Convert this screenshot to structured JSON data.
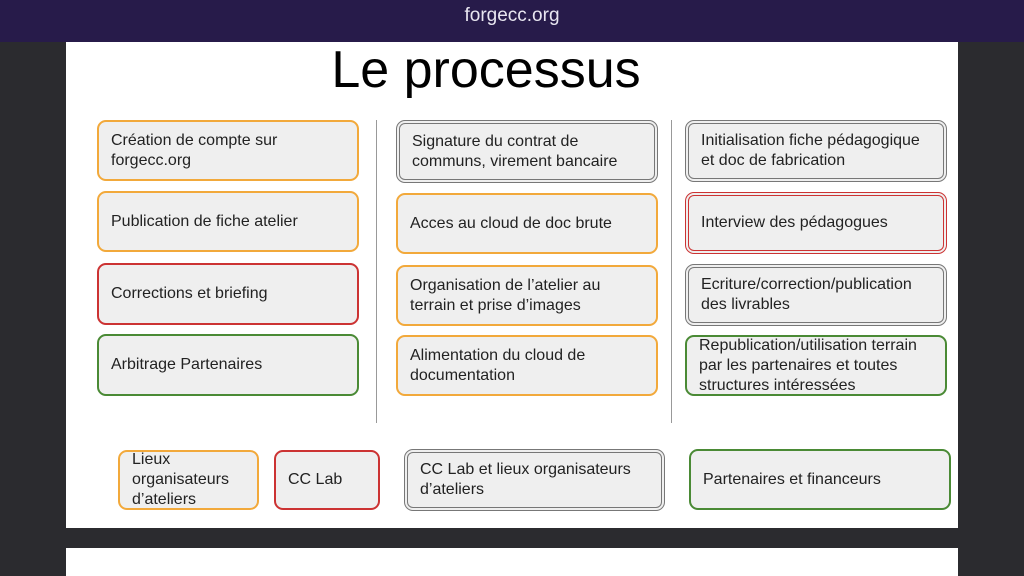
{
  "topbar": {
    "domain": "forgecc.org"
  },
  "slide": {
    "title": "Le processus",
    "col1": [
      "Création de compte sur forgecc.org",
      "Publication de fiche atelier",
      "Corrections et briefing",
      "Arbitrage Partenaires"
    ],
    "col2": [
      "Signature du contrat de communs, virement bancaire",
      "Acces au cloud de doc brute",
      "Organisation de l’atelier au terrain et prise d’images",
      "Alimentation du cloud de documentation"
    ],
    "col3": [
      "Initialisation fiche pédagogique et doc de fabrication",
      "Interview des pédagogues",
      "Ecriture/correction/publication des livrables",
      "Republication/utilisation terrain par les partenaires et toutes structures intéressées"
    ],
    "legend": [
      "Lieux organisateurs d’ateliers",
      "CC Lab",
      "CC Lab et lieux organisateurs d’ateliers",
      "Partenaires et financeurs"
    ]
  },
  "colors": {
    "orange": "#f2a93b",
    "red": "#cc3333",
    "green": "#4a8a35",
    "gray": "#777777"
  }
}
